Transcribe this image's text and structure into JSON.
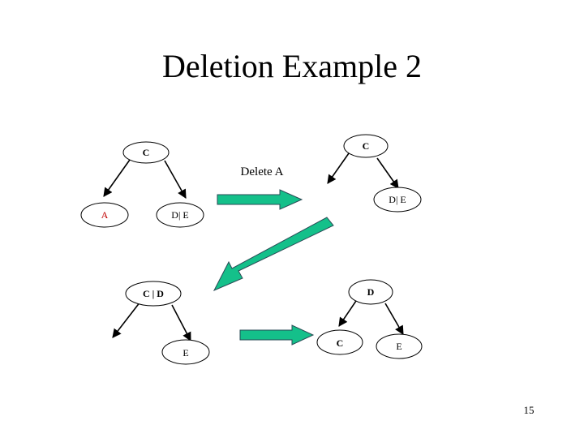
{
  "title": "Deletion Example 2",
  "caption": "Delete A",
  "page_number": "15",
  "colors": {
    "node_fill": "#ffffff",
    "node_stroke": "#000000",
    "edge": "#000000",
    "label_default": "#000000",
    "label_highlight": "#c00000",
    "arrow_fill": "#14c08a",
    "arrow_stroke": "#2a4a55"
  },
  "trees": {
    "before": {
      "root": "C",
      "left": "A",
      "right": "D| E"
    },
    "after_delete": {
      "root": "C",
      "right": "D| E"
    },
    "restructured": {
      "root": "C | D",
      "right": "E"
    },
    "final": {
      "root": "D",
      "left": "C",
      "right": "E"
    }
  }
}
